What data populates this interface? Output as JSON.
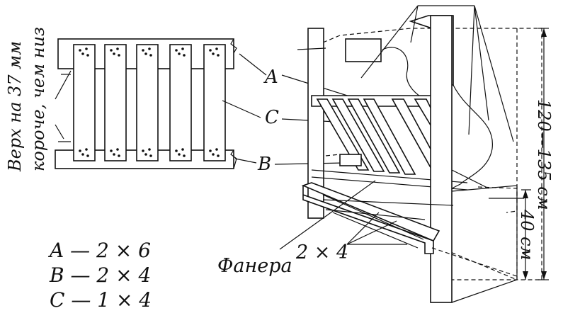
{
  "labels": {
    "a": "A",
    "b": "B",
    "c": "C",
    "plywood": "Фанера",
    "two_by_four": "2 × 4",
    "height_total": "120—135 см",
    "height_low": "40 см",
    "vertical_note_line1": "Верх на 37 мм",
    "vertical_note_line2": "короче, чем низ"
  },
  "legend": [
    "A — 2 × 6",
    "B — 2 × 4",
    "C — 1 × 4"
  ]
}
